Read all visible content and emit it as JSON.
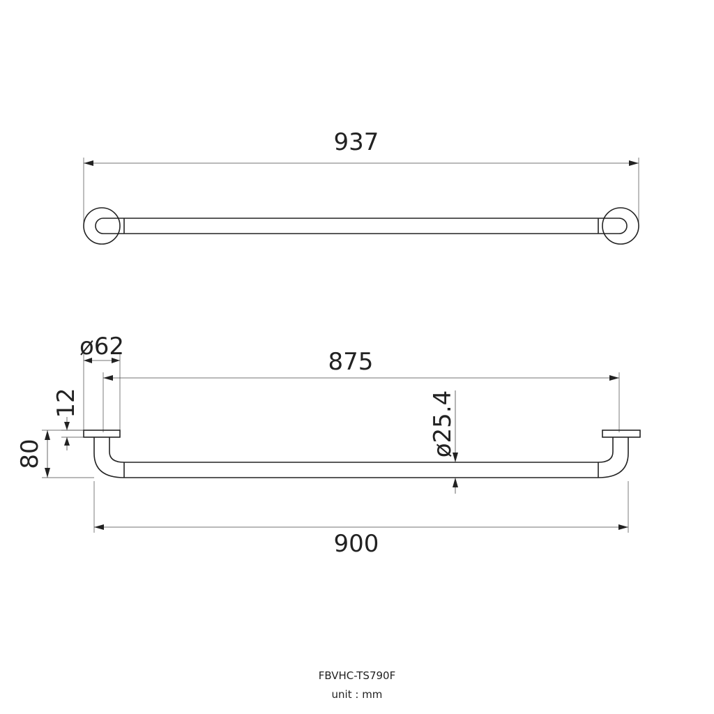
{
  "views": {
    "top": {
      "overall_length": "937"
    },
    "front": {
      "flange_diameter": "ø62",
      "flange_thickness": "12",
      "center_distance": "875",
      "tube_diameter": "ø25.4",
      "projection": "80",
      "overall_width": "900"
    }
  },
  "footer": {
    "model": "FBVHC-TS790F",
    "unit": "unit : mm"
  }
}
